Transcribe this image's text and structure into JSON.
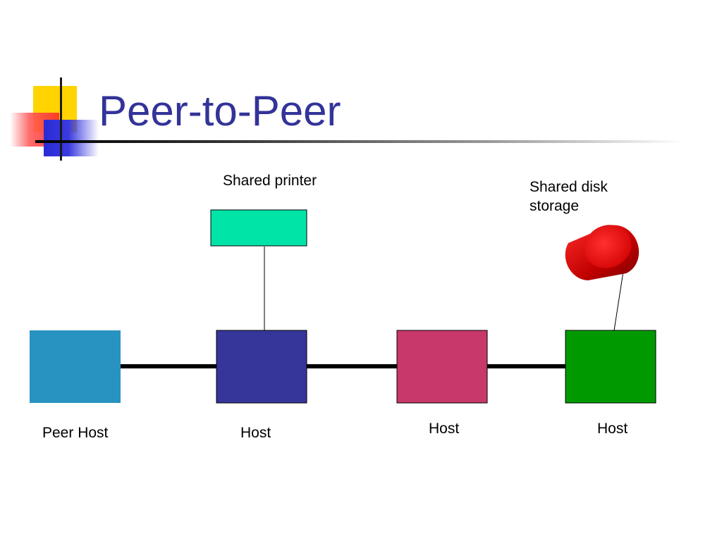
{
  "slide": {
    "title": "Peer-to-Peer"
  },
  "colors": {
    "title": "#333399",
    "printer": "#00e4a8",
    "disk": "#e00000",
    "peer_host": "#2893c0",
    "host_1": "#35359a",
    "host_2": "#c8386a",
    "host_3": "#009a00",
    "network_line": "#000000"
  },
  "diagram": {
    "printer_label": "Shared printer",
    "disk_label_line1": "Shared disk",
    "disk_label_line2": "storage",
    "nodes": [
      {
        "label": "Peer Host"
      },
      {
        "label": "Host"
      },
      {
        "label": "Host"
      },
      {
        "label": "Host"
      }
    ]
  }
}
